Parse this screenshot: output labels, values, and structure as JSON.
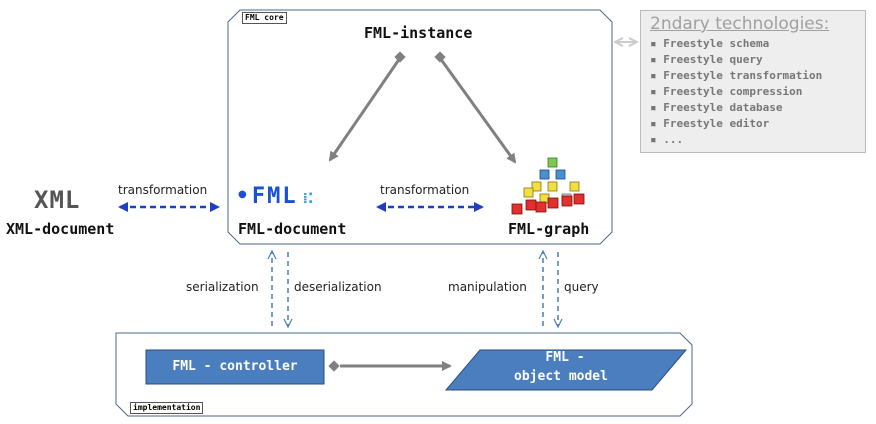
{
  "core_tag": "FML core",
  "implementation_tag": "implementation",
  "nodes": {
    "fml_instance": "FML-instance",
    "xml_document": "XML-document",
    "fml_document": "FML-document",
    "fml_graph": "FML-graph",
    "controller": "FML - controller",
    "object_model_line1": "FML -",
    "object_model_line2": "object model"
  },
  "logos": {
    "xml": "XML",
    "fml": "FML"
  },
  "edges": {
    "xml_fml_transformation": "transformation",
    "fml_graph_transformation": "transformation",
    "serialization": "serialization",
    "deserialization": "deserialization",
    "manipulation": "manipulation",
    "query": "query"
  },
  "secondary": {
    "title": "2ndary technologies:",
    "items": [
      "Freestyle schema",
      "Freestyle query",
      "Freestyle transformation",
      "Freestyle compression",
      "Freestyle database",
      "Freestyle editor",
      "..."
    ]
  },
  "colors": {
    "blue_arrow": "#1f3fbf",
    "dashed_service": "#4a7fb8",
    "box_fill": "#4a7ebf",
    "core_border": "#4a6a8a",
    "gray_arrow": "#808080"
  }
}
